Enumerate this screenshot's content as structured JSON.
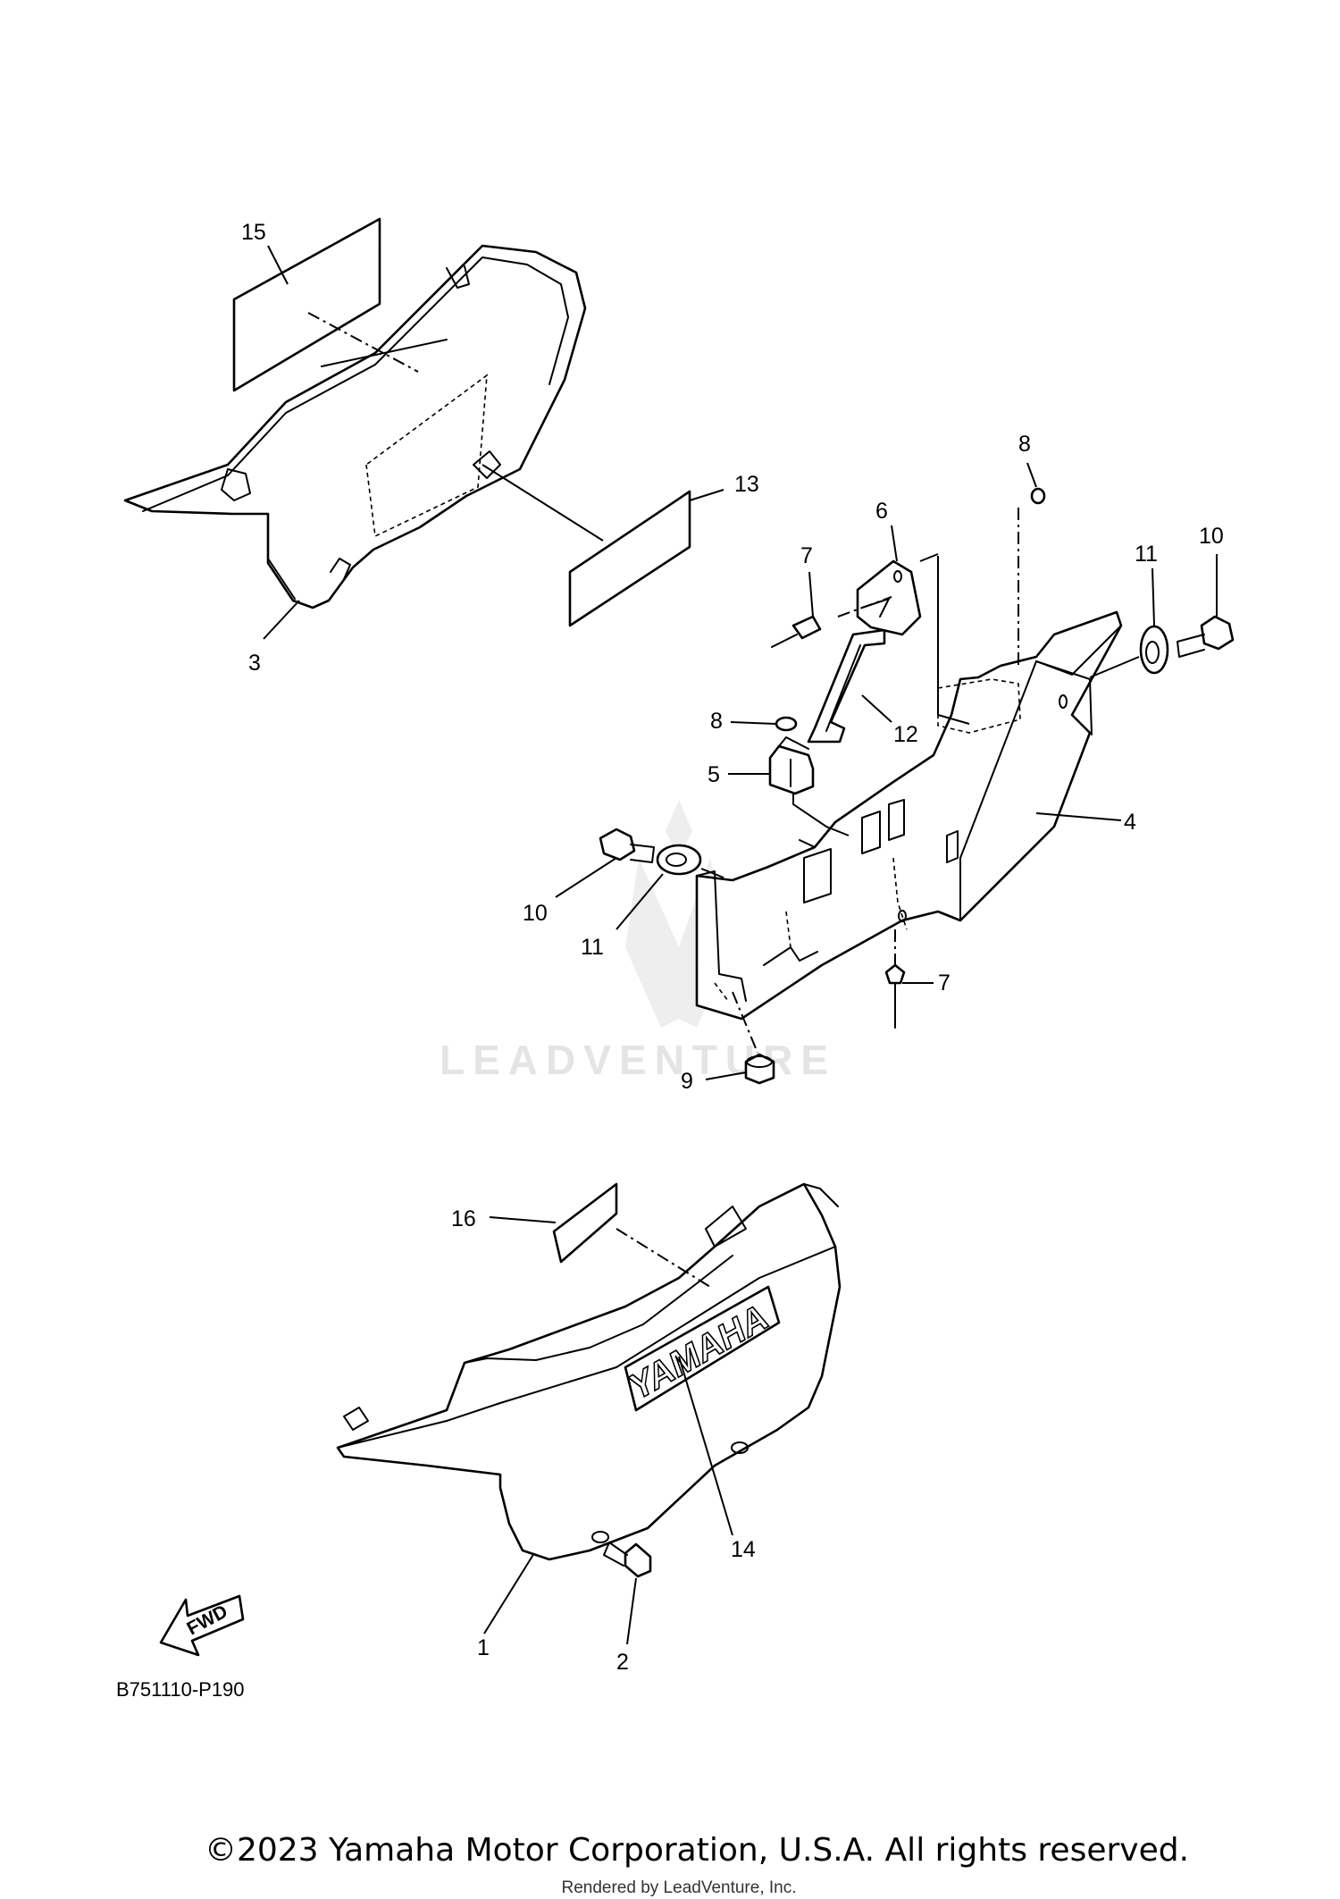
{
  "diagram": {
    "callouts": {
      "c1": "1",
      "c2": "2",
      "c3": "3",
      "c4": "4",
      "c5": "5",
      "c6": "6",
      "c7a": "7",
      "c7b": "7",
      "c8a": "8",
      "c8b": "8",
      "c9": "9",
      "c10a": "10",
      "c10b": "10",
      "c11a": "11",
      "c11b": "11",
      "c12": "12",
      "c13": "13",
      "c14": "14",
      "c15": "15",
      "c16": "16"
    },
    "diagram_code": "B751110-P190",
    "brand_label": "YAMAHA",
    "fwd_label": "FWD",
    "watermark": "LEADVENTURE"
  },
  "footer": {
    "copyright": "©2023 Yamaha Motor Corporation, U.S.A. All rights reserved.",
    "rendered_by": "Rendered by LeadVenture, Inc."
  }
}
